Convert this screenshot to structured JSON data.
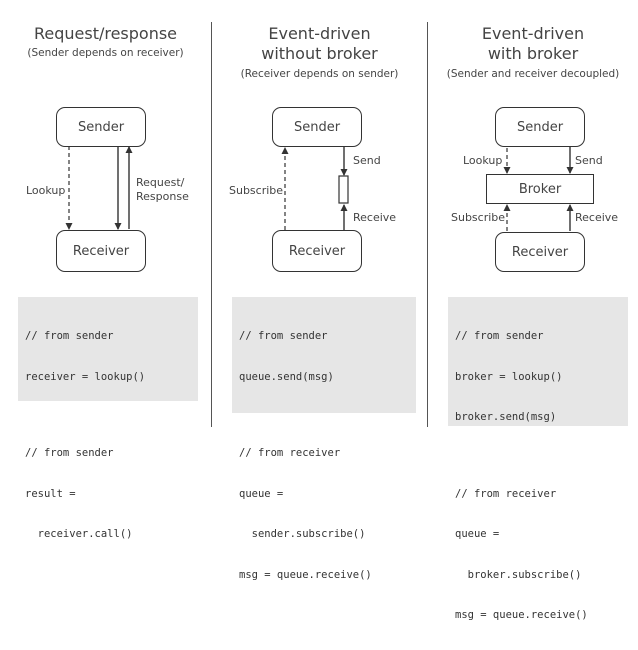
{
  "patterns": [
    {
      "title": "Request/response",
      "subtitle": "(Sender depends on receiver)",
      "nodes": {
        "sender": "Sender",
        "receiver": "Receiver"
      },
      "labels": {
        "lookup": "Lookup",
        "request_response": "Request/\nResponse"
      },
      "code": [
        [
          "// from sender",
          "receiver = lookup()"
        ],
        [
          "// from sender",
          "result =",
          "  receiver.call()"
        ]
      ]
    },
    {
      "title": "Event-driven\nwithout broker",
      "subtitle": "(Receiver depends on sender)",
      "nodes": {
        "sender": "Sender",
        "receiver": "Receiver"
      },
      "labels": {
        "send": "Send",
        "subscribe": "Subscribe",
        "receive": "Receive"
      },
      "code": [
        [
          "// from sender",
          "queue.send(msg)"
        ],
        [
          "// from receiver",
          "queue =",
          "  sender.subscribe()",
          "msg = queue.receive()"
        ]
      ]
    },
    {
      "title": "Event-driven\nwith broker",
      "subtitle": "(Sender and receiver decoupled)",
      "nodes": {
        "sender": "Sender",
        "broker": "Broker",
        "receiver": "Receiver"
      },
      "labels": {
        "lookup": "Lookup",
        "send": "Send",
        "subscribe": "Subscribe",
        "receive": "Receive"
      },
      "code": [
        [
          "// from sender",
          "broker = lookup()",
          "broker.send(msg)"
        ],
        [
          "// from receiver",
          "queue =",
          "  broker.subscribe()",
          "msg = queue.receive()"
        ]
      ]
    }
  ]
}
